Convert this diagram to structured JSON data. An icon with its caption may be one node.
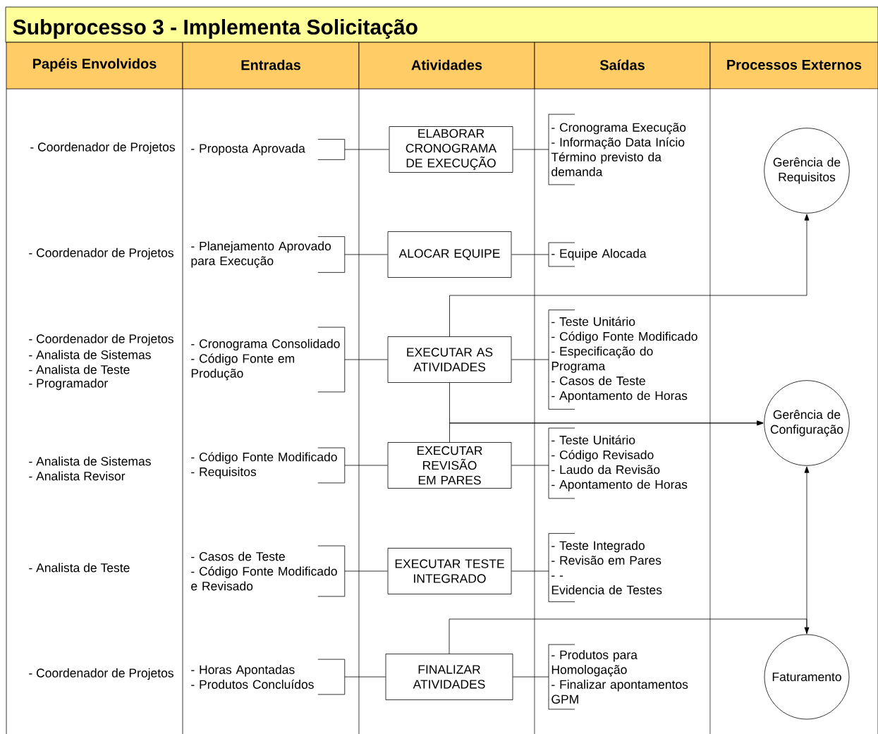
{
  "diagram": {
    "title": "Subprocesso 3 - Implementa Solicitação",
    "nodes": [
      {
        "text": [
          "- Proposta Aprovada"
        ]
      },
      {
        "text": [
          "ELABORAR CRONOGRAMA DE EXECUÇÃO"
        ]
      },
      {
        "text": [
          "- Cronograma Execução",
          "- Informação Data Início Término previsto da demanda"
        ]
      },
      {
        "text": [
          "Gerência de Requisitos"
        ]
      },
      {
        "text": [
          "- Planejamento Aprovado para Execução"
        ]
      },
      {
        "text": [
          "ALOCAR EQUIPE"
        ]
      },
      {
        "text": [
          "- Equipe Alocada"
        ]
      },
      {
        "text": [
          "- Cronograma Consolidado",
          "- Código Fonte em Produção"
        ]
      },
      {
        "text": [
          "EXECUTAR AS ATIVIDADES"
        ]
      },
      {
        "text": [
          "- Teste Unitário",
          "- Código Fonte Modificado",
          "- Especificação do Programa",
          "- Casos de Teste",
          "- Apontamento de Horas"
        ]
      },
      {
        "text": [
          "Gerência de Configuração"
        ]
      },
      {
        "text": [
          "- Código Fonte Modificado",
          "- Requisitos"
        ]
      },
      {
        "text": [
          "EXECUTAR REVISÃO EM PARES"
        ]
      },
      {
        "text": [
          "- Teste Unitário",
          "- Código Revisado",
          "- Laudo da Revisão",
          "- Apontamento de Horas"
        ]
      },
      {
        "text": [
          "- Casos de Teste",
          "- Código Fonte Modificado e Revisado"
        ]
      },
      {
        "text": [
          "EXECUTAR TESTE INTEGRADO"
        ]
      },
      {
        "text": [
          "- Teste Integrado",
          "- Revisão em Pares",
          "- -",
          "Evidencia de Testes"
        ]
      },
      {
        "text": [
          "- Horas Apontadas",
          "- Produtos Concluídos"
        ]
      },
      {
        "text": [
          "FINALIZAR ATIVIDADES"
        ]
      },
      {
        "text": [
          "- Produtos para Homologação",
          "- Finalizar apontamentos GPM"
        ]
      },
      {
        "text": [
          "Faturamento"
        ]
      }
    ],
    "edges": [
      {
        "from": 0,
        "to": 1,
        "arrow": "none"
      },
      {
        "from": 1,
        "to": 2,
        "arrow": "none"
      },
      {
        "from": 4,
        "to": 5,
        "arrow": "none"
      },
      {
        "from": 5,
        "to": 6,
        "arrow": "none"
      },
      {
        "from": 7,
        "to": 8,
        "arrow": "none"
      },
      {
        "from": 8,
        "to": 9,
        "arrow": "none"
      },
      {
        "from": 11,
        "to": 12,
        "arrow": "none"
      },
      {
        "from": 12,
        "to": 13,
        "arrow": "none"
      },
      {
        "from": 14,
        "to": 15,
        "arrow": "none"
      },
      {
        "from": 15,
        "to": 16,
        "arrow": "none"
      },
      {
        "from": 17,
        "to": 18,
        "arrow": "none"
      },
      {
        "from": 18,
        "to": 19,
        "arrow": "none"
      },
      {
        "from": 8,
        "to": 3,
        "arrow": "to"
      },
      {
        "from": 8,
        "to": 10,
        "arrow": "to"
      },
      {
        "from": 12,
        "to": 10,
        "arrow": "to"
      },
      {
        "from": 20,
        "to": 10,
        "arrow": "to"
      },
      {
        "from": 18,
        "to": 20,
        "arrow": "to"
      }
    ],
    "labels": [
      "Papéis Envolvidos",
      "Entradas",
      "Atividades",
      "Saídas",
      "Processos Externos",
      "- Coordenador de Projetos",
      "- Coordenador de Projetos",
      "- Coordenador de Projetos",
      "- Analista de Sistemas",
      "- Analista de Teste",
      "- Programador",
      "- Analista de Sistemas",
      "- Analista Revisor",
      "- Analista de Teste",
      "- Coordenador de Projetos"
    ]
  }
}
